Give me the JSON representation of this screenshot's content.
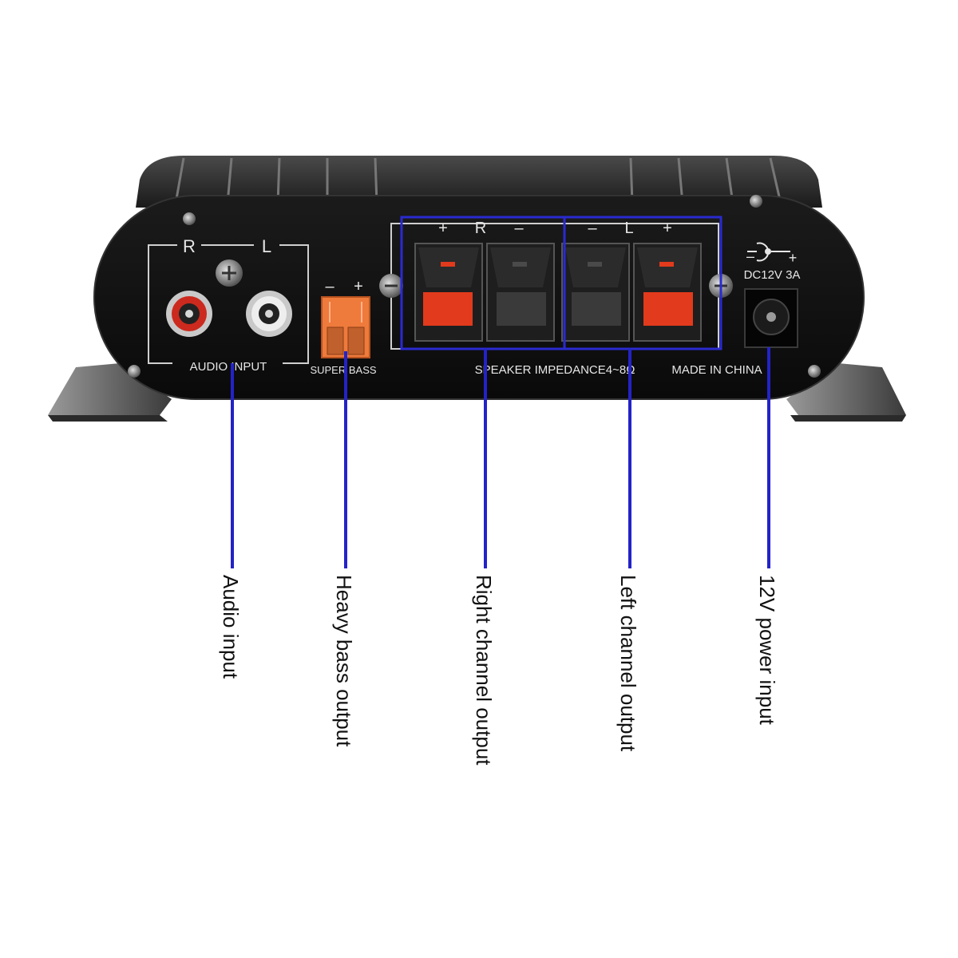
{
  "panel": {
    "rca": {
      "right_letter": "R",
      "left_letter": "L",
      "label": "AUDIO INPUT"
    },
    "super_bass": {
      "minus": "–",
      "plus": "+",
      "label": "SUPER BASS"
    },
    "right_terminal": {
      "plus": "+",
      "letter": "R",
      "minus": "–"
    },
    "left_terminal": {
      "minus": "–",
      "letter": "L",
      "plus": "+"
    },
    "impedance_text": "SPEAKER IMPEDANCE4~8Ω",
    "made_in": "MADE IN CHINA",
    "power": {
      "symbol_minus": "–",
      "symbol_plus": "+",
      "rating": "DC12V 3A"
    }
  },
  "callouts": [
    {
      "id": "audio-input",
      "text": "Audio input"
    },
    {
      "id": "bass-output",
      "text": "Heavy bass output"
    },
    {
      "id": "right-output",
      "text": "Right channel output"
    },
    {
      "id": "left-output",
      "text": "Left channel output"
    },
    {
      "id": "power-input",
      "text": "12V power input"
    }
  ],
  "colors": {
    "leader_line": "#2323c8",
    "highlight_box": "#2a2ad0",
    "terminal_red": "#e23a1c",
    "bass_orange": "#ee7a3c",
    "panel": "#111111"
  }
}
